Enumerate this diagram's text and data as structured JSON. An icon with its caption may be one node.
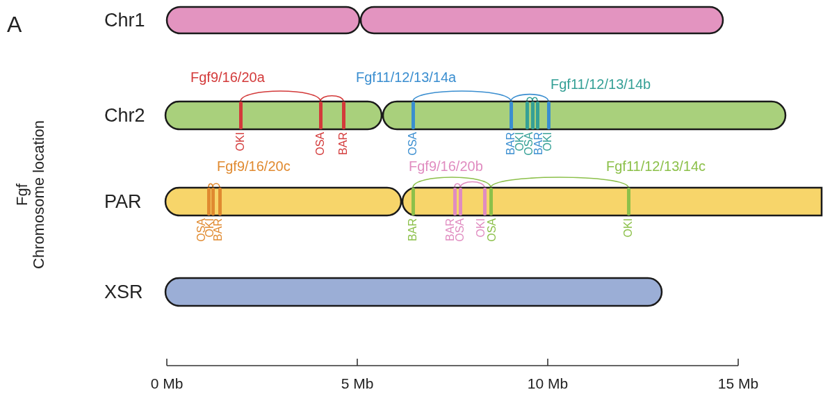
{
  "diagram": {
    "nodes": [
      {
        "text": [
          "Chr1"
        ]
      },
      {
        "text": [
          "Chr2"
        ]
      },
      {
        "text": [
          "OKI"
        ],
        "in": 1
      },
      {
        "text": [
          "OSA"
        ],
        "in": 1
      },
      {
        "text": [
          "BAR"
        ],
        "in": 1
      },
      {
        "text": [
          "OSA"
        ],
        "in": 1
      },
      {
        "text": [
          "BAR"
        ],
        "in": 1
      },
      {
        "text": [
          "OKI"
        ],
        "in": 1
      },
      {
        "text": [
          "OSA"
        ],
        "in": 1
      },
      {
        "text": [
          "BAR"
        ],
        "in": 1
      },
      {
        "text": [
          "OKI"
        ],
        "in": 1
      },
      {
        "text": [
          "PAR"
        ]
      },
      {
        "text": [
          "OSA"
        ],
        "in": 11
      },
      {
        "text": [
          "OKI"
        ],
        "in": 11
      },
      {
        "text": [
          "BAR"
        ],
        "in": 11
      },
      {
        "text": [
          "BAR"
        ],
        "in": 11
      },
      {
        "text": [
          "BAR"
        ],
        "in": 11
      },
      {
        "text": [
          "OSA"
        ],
        "in": 11
      },
      {
        "text": [
          "OKI"
        ],
        "in": 11
      },
      {
        "text": [
          "OSA"
        ],
        "in": 11
      },
      {
        "text": [
          "OKI"
        ],
        "in": 11
      },
      {
        "text": [
          "XSR"
        ]
      }
    ],
    "edges": [
      {
        "from": 2,
        "to": 3,
        "arrow": "none",
        "color": "#d33a3a"
      },
      {
        "from": 3,
        "to": 4,
        "arrow": "none",
        "color": "#d33a3a"
      },
      {
        "from": 5,
        "to": 6,
        "arrow": "none",
        "color": "#3a8ed0"
      },
      {
        "from": 6,
        "to": 9,
        "arrow": "none",
        "color": "#3a8ed0"
      },
      {
        "from": 7,
        "to": 8,
        "arrow": "none",
        "color": "#35a096"
      },
      {
        "from": 8,
        "to": 10,
        "arrow": "none",
        "color": "#35a096"
      },
      {
        "from": 12,
        "to": 13,
        "arrow": "none",
        "color": "#e08a30"
      },
      {
        "from": 13,
        "to": 14,
        "arrow": "none",
        "color": "#e08a30"
      },
      {
        "from": 15,
        "to": 19,
        "arrow": "none",
        "color": "#8cc04a"
      },
      {
        "from": 19,
        "to": 20,
        "arrow": "none",
        "color": "#8cc04a"
      },
      {
        "from": 16,
        "to": 17,
        "arrow": "none",
        "color": "#e08cc0"
      },
      {
        "from": 17,
        "to": 18,
        "arrow": "none",
        "color": "#e08cc0"
      }
    ],
    "labels": [
      "A",
      "Fgf",
      "Chromosome location",
      "Fgf9/16/20a",
      "Fgf11/12/13/14a",
      "Fgf11/12/13/14b",
      "Fgf9/16/20c",
      "Fgf9/16/20b",
      "Fgf11/12/13/14c",
      "0 Mb",
      "5 Mb",
      "10 Mb",
      "15 Mb"
    ]
  }
}
